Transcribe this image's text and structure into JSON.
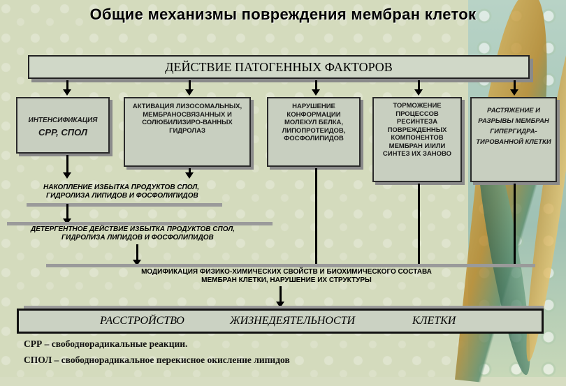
{
  "title": "Общие механизмы повреждения мембран клеток",
  "banner": "ДЕЙСТВИЕ ПАТОГЕННЫХ ФАКТОРОВ",
  "boxes": {
    "b1_line1": "ИНТЕНСИФИКАЦИЯ",
    "b1_line2": "СРР, СПОЛ",
    "b2": "АКТИВАЦИЯ ЛИЗОСОМАЛЬНЫХ, МЕМБРАНОСВЯЗАННЫХ И СОЛЮБИЛИЗИРО-ВАННЫХ ГИДРОЛАЗ",
    "b3": "НАРУШЕНИЕ КОНФОРМАЦИИ МОЛЕКУЛ БЕЛКА, ЛИПОПРОТЕИДОВ, ФОСФОЛИПИДОВ",
    "b4": "ТОРМОЖЕНИЕ ПРОЦЕССОВ РЕСИНТЕЗА ПОВРЕЖДЕННЫХ КОМПОНЕНТОВ МЕМБРАН И/ИЛИ СИНТЕЗ ИХ ЗАНОВО",
    "b5": "РАСТЯЖЕНИЕ И РАЗРЫВЫ МЕМБРАН ГИПЕРГИДРА-ТИРОВАННОЙ КЛЕТКИ"
  },
  "rows": {
    "accum_line1": "НАКОПЛЕНИЕ ИЗБЫТКА ПРОДУКТОВ СПОЛ,",
    "accum_line2": "ГИДРОЛИЗА ЛИПИДОВ И ФОСФОЛИПИДОВ",
    "deterg_line1": "ДЕТЕРГЕНТНОЕ ДЕЙСТВИЕ ИЗБЫТКА ПРОДУКТОВ СПОЛ,",
    "deterg_line2": "ГИДРОЛИЗА ЛИПИДОВ И ФОСФОЛИПИДОВ",
    "modif_line1": "МОДИФИКАЦИЯ ФИЗИКО-ХИМИЧЕСКИХ СВОЙСТВ И БИОХИМИЧЕСКОГО СОСТАВА",
    "modif_line2": "МЕМБРАН КЛЕТКИ, НАРУШЕНИЕ ИХ СТРУКТУРЫ"
  },
  "result": {
    "w1": "РАССТРОЙСТВО",
    "w2": "ЖИЗНЕДЕЯТЕЛЬНОСТИ",
    "w3": "КЛЕТКИ"
  },
  "legend": {
    "line1": "СРР – свободнорадикальные реакции.",
    "line2": "СПОЛ – свободнорадикальное перекисное окисление липидов"
  }
}
